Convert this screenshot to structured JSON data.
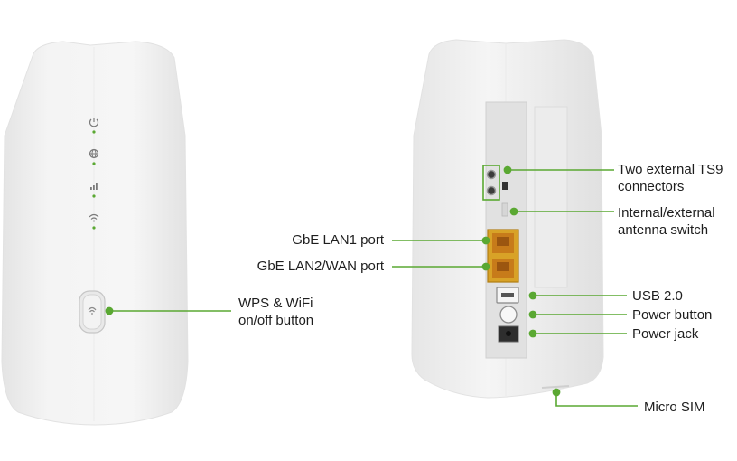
{
  "colors": {
    "accent": "#5aa832",
    "body": "#f2f2f2",
    "panel": "#dedede",
    "port": "#d8a227",
    "text": "#1e1e1e"
  },
  "front": {
    "led_icons": [
      "power-icon",
      "internet-icon",
      "signal-icon",
      "wifi-icon"
    ],
    "button_icon": "wps-wifi-icon"
  },
  "callouts": {
    "ts9": {
      "line1": "Two external TS9",
      "line2": "connectors"
    },
    "antenna": {
      "line1": "Internal/external",
      "line2": "antenna switch"
    },
    "lan1": "GbE LAN1 port",
    "lan2": "GbE LAN2/WAN port",
    "wps": {
      "line1": "WPS & WiFi",
      "line2": "on/off button"
    },
    "usb": "USB 2.0",
    "power_button": "Power button",
    "power_jack": "Power jack",
    "micro_sim": "Micro SIM"
  }
}
